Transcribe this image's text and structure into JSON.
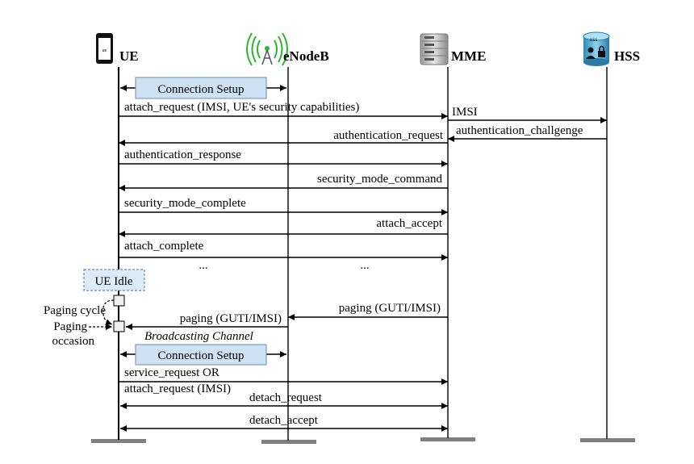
{
  "entities": {
    "ue": "UE",
    "enodeb": "eNodeB",
    "mme": "MME",
    "hss": "HSS",
    "hss_icon_text": "HSS",
    "ue_icon_text": "ue"
  },
  "boxes": {
    "conn_setup_1": "Connection Setup",
    "ue_idle": "UE Idle",
    "conn_setup_2": "Connection Setup"
  },
  "messages": {
    "attach_request": "attach_request (IMSI, UE's security capabilities)",
    "imsi": "IMSI",
    "auth_challenge": "authentication_challgenge",
    "auth_request": "authentication_request",
    "auth_response": "authentication_response",
    "sec_mode_command": "security_mode_command",
    "sec_mode_complete": "security_mode_complete",
    "attach_accept": "attach_accept",
    "attach_complete": "attach_complete",
    "ellipsis_1": "...",
    "ellipsis_2": "...",
    "paging_mme": "paging (GUTI/IMSI)",
    "paging_enb": "paging (GUTI/IMSI)",
    "broadcasting": "Broadcasting Channel",
    "service_request": "service_request OR",
    "attach_request_imsi": "attach_request (IMSI)",
    "detach_request": "detach_request",
    "detach_accept": "detach_accept"
  },
  "labels": {
    "paging_cycle": "Paging cycle",
    "paging_occasion_1": "Paging",
    "paging_occasion_2": "occasion"
  },
  "colors": {
    "box_fill": "#cfe2f3",
    "idle_fill": "#ddeaf7",
    "base_gray": "#7f7f7f",
    "antenna_green": "#2db52d"
  }
}
